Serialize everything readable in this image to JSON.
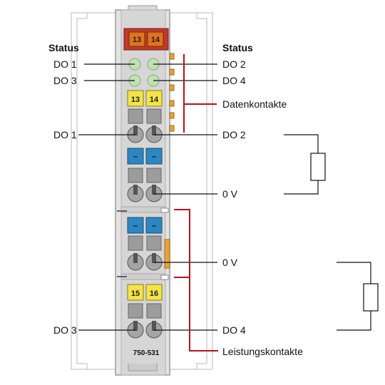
{
  "module": {
    "part_number": "750-531",
    "status_left": "Status",
    "status_right": "Status",
    "top_badges": [
      "13",
      "14"
    ],
    "yellow_top": [
      "13",
      "14"
    ],
    "blue_mid": [
      "–",
      "–"
    ],
    "blue_lower": [
      "–",
      "–"
    ],
    "yellow_bottom": [
      "15",
      "16"
    ]
  },
  "labels": {
    "led_do1": "DO 1",
    "led_do3": "DO 3",
    "led_do2": "DO 2",
    "led_do4": "DO 4",
    "data_contacts": "Datenkontakte",
    "term_do1": "DO 1",
    "term_do2": "DO 2",
    "zero_v_1": "0 V",
    "zero_v_2": "0 V",
    "term_do3": "DO 3",
    "term_do4": "DO 4",
    "power_contacts": "Leistungskontakte"
  },
  "colors": {
    "housing": "#d9d9d9",
    "rail": "#eeeeee",
    "orange_badge": "#e0731f",
    "top_block": "#c0392b",
    "led_green": "#bfe3b0",
    "yellow": "#f4e34a",
    "blue": "#2e86c1",
    "bracket_red": "#b5121b",
    "side_orange": "#e8a33a"
  }
}
